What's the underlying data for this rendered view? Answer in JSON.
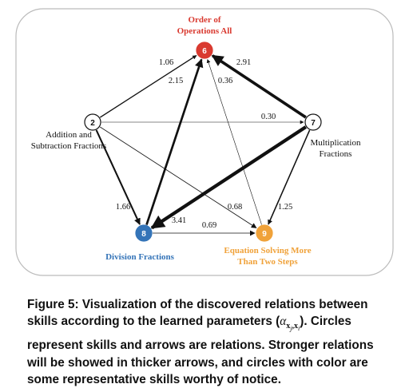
{
  "diagram": {
    "nodes": [
      {
        "id": "6",
        "label": "Order of\nOperations All",
        "fill": "#d93a30",
        "text_color": "#ffffff",
        "label_color": "#d93a30"
      },
      {
        "id": "2",
        "label": "Addition and\nSubtraction Fractions",
        "fill": "#ffffff",
        "text_color": "#111111",
        "label_color": "#111111"
      },
      {
        "id": "7",
        "label": "Multiplication\nFractions",
        "fill": "#ffffff",
        "text_color": "#111111",
        "label_color": "#111111"
      },
      {
        "id": "8",
        "label": "Division Fractions",
        "fill": "#3474b8",
        "text_color": "#ffffff",
        "label_color": "#3474b8"
      },
      {
        "id": "9",
        "label": "Equation Solving More\nThan Two Steps",
        "fill": "#f0a23a",
        "text_color": "#ffffff",
        "label_color": "#f0a23a"
      }
    ],
    "edges": [
      {
        "from": "2",
        "to": "6",
        "weight": "1.06"
      },
      {
        "from": "8",
        "to": "6",
        "weight": "2.15"
      },
      {
        "from": "9",
        "to": "6",
        "weight": "0.36"
      },
      {
        "from": "7",
        "to": "6",
        "weight": "2.91"
      },
      {
        "from": "2",
        "to": "7",
        "weight": "0.30"
      },
      {
        "from": "2",
        "to": "8",
        "weight": "1.66"
      },
      {
        "from": "2",
        "to": "9",
        "weight": "0.68"
      },
      {
        "from": "7",
        "to": "8",
        "weight": "3.41"
      },
      {
        "from": "7",
        "to": "9",
        "weight": "1.25"
      },
      {
        "from": "8",
        "to": "9",
        "weight": "0.69"
      }
    ]
  },
  "caption": {
    "prefix": "Figure 5: Visualization of the discovered relations between skills according to the learned parameters (",
    "alpha": "α",
    "sub_x1": "x",
    "sub_j": "j",
    "sub_comma": ",",
    "sub_x2": "x",
    "sub_i": "i",
    "suffix": "). Circles represent skills and arrows are relations. Stronger relations will be showed in thicker arrows, and circles with color are some representative skills worthy of notice."
  }
}
